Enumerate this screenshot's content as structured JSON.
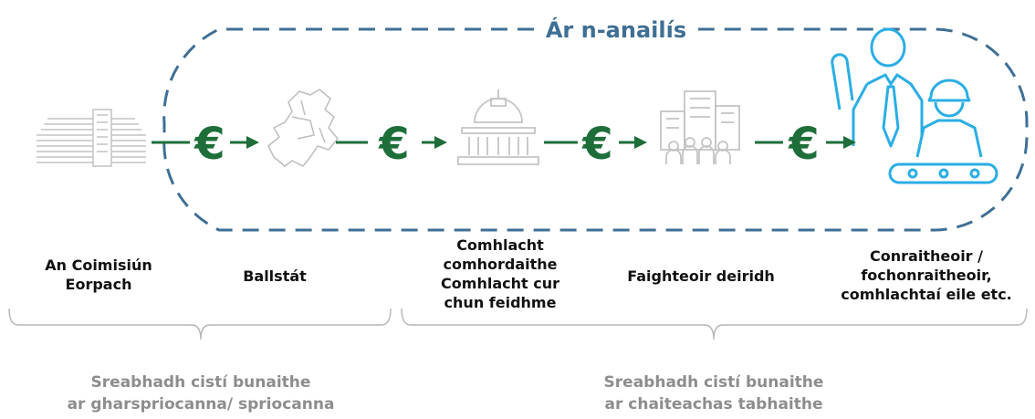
{
  "title": "Ár n-anailís",
  "currency_symbol": "€",
  "colors": {
    "dashed_outline": "#3f6f95",
    "arrow": "#1e6e3a",
    "icon_grey": "#c4c4c4",
    "icon_highlight": "#2aaee4",
    "note_text": "#8d8d8d"
  },
  "nodes": [
    {
      "icon": "commission-building-icon",
      "label": "An Coimisiún\nEorpach"
    },
    {
      "icon": "eu-map-icon",
      "label": "Ballstát"
    },
    {
      "icon": "capitol-building-icon",
      "label": "Comhlacht\ncomhordaithe\nComhlacht cur\nchun feidhme"
    },
    {
      "icon": "office-people-icon",
      "label": "Faighteoir deiridh"
    },
    {
      "icon": "contractor-workers-icon",
      "label": "Conraitheoir /\nfochonraitheoir,\ncomhlachtaí eile etc."
    }
  ],
  "groups": [
    {
      "text": "Sreabhadh cistí bunaithe\nar gharspriocanna/ spriocanna"
    },
    {
      "text": "Sreabhadh cistí bunaithe\nar chaiteachas tabhaithe"
    }
  ]
}
